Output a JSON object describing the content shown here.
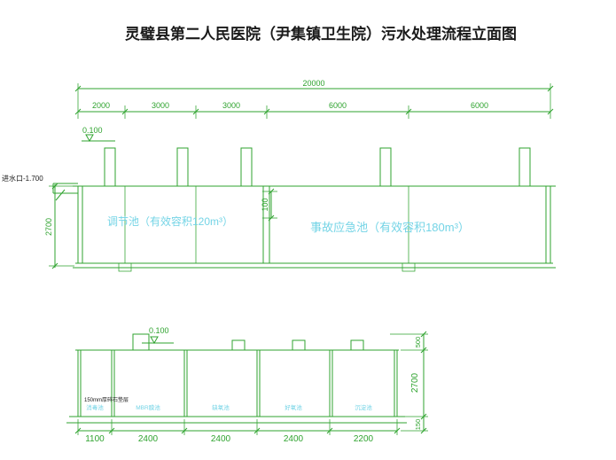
{
  "title": "灵璧县第二人民医院（尹集镇卫生院）污水处理流程立面图",
  "colors": {
    "line": "#2fa32f",
    "cyan": "#74d4e6",
    "black": "#1a1a1a"
  },
  "top_view": {
    "dim_total": "20000",
    "dims": [
      "2000",
      "3000",
      "3000",
      "6000",
      "6000"
    ],
    "elevation": "0.100",
    "inlet": "进水口-1.700",
    "dim_height": "2700",
    "dim_wall": "100",
    "tank1": "调节池（有效容积120m³）",
    "tank2": "事故应急池（有效容积180m³）"
  },
  "bottom_view": {
    "elevation": "0.100",
    "note": "150mm厚碎石垫层",
    "chambers": [
      "消毒池",
      "MBR膜池",
      "缺氧池",
      "好氧池",
      "沉淀池"
    ],
    "dims": [
      "1100",
      "2400",
      "2400",
      "2400",
      "2200"
    ],
    "dim_riser": "500",
    "dim_height": "2700",
    "dim_base": "150"
  }
}
